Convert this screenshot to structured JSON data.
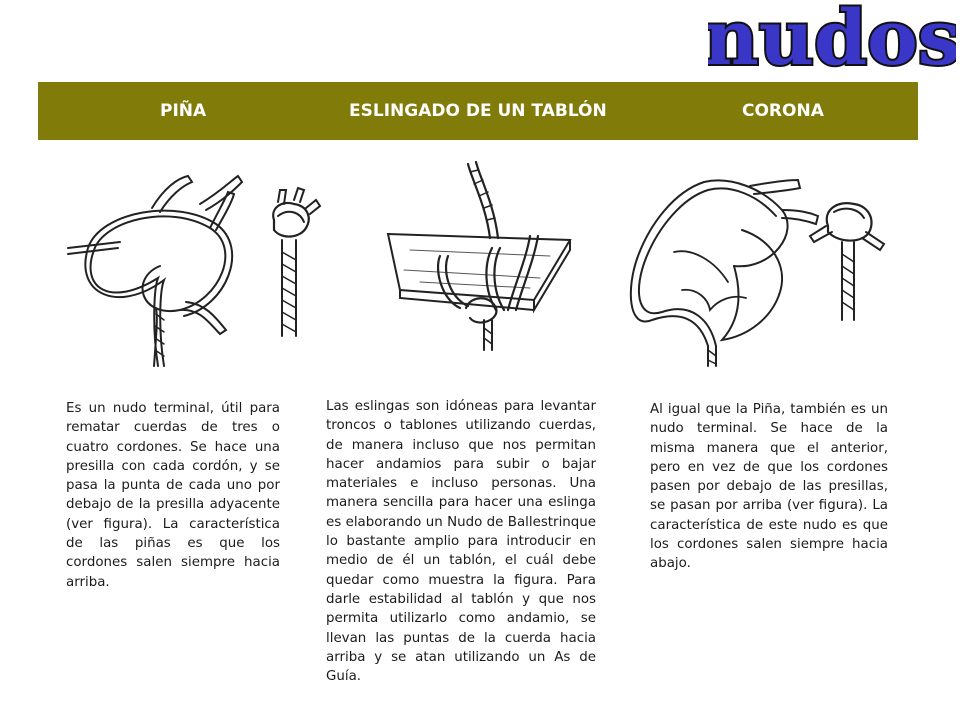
{
  "logo": {
    "text": "nudos",
    "fill": "#3a36c8",
    "outline": "#111111"
  },
  "header": {
    "bg_color": "#817b09",
    "items": [
      "PIÑA",
      "ESLINGADO DE UN TABLÓN",
      "CORONA"
    ]
  },
  "illustrations": [
    {
      "icon": "pina-knot-illustration"
    },
    {
      "icon": "slinging-plank-illustration"
    },
    {
      "icon": "corona-knot-illustration"
    }
  ],
  "descriptions": [
    "Es un nudo terminal, útil para rematar cuerdas de tres o cuatro cordones. Se hace una presilla con cada cordón, y se pasa la punta de cada uno por debajo de la presilla adyacente (ver figura). La característica de las piñas es que los cordones salen siempre hacia arriba.",
    "Las eslingas son idóneas para levantar troncos o tablones utilizando cuerdas, de manera incluso que nos permitan hacer andamios para subir o bajar materiales e incluso personas. Una manera sencilla para hacer una eslinga es elaborando un Nudo de Ballestrinque lo bastante amplio para introducir en medio de él un tablón, el cuál debe quedar como muestra la figura. Para darle estabilidad al tablón y que nos permita utilizarlo como andamio, se llevan las puntas de la cuerda hacia arriba y se atan utilizando un As de Guía.",
    "Al igual que la Piña, también es un nudo terminal. Se hace de la misma manera que el anterior, pero en vez de que los cordones pasen por debajo de las presillas, se pasan por arriba (ver figura). La característica de este nudo es que los cordones salen siempre hacia abajo."
  ]
}
